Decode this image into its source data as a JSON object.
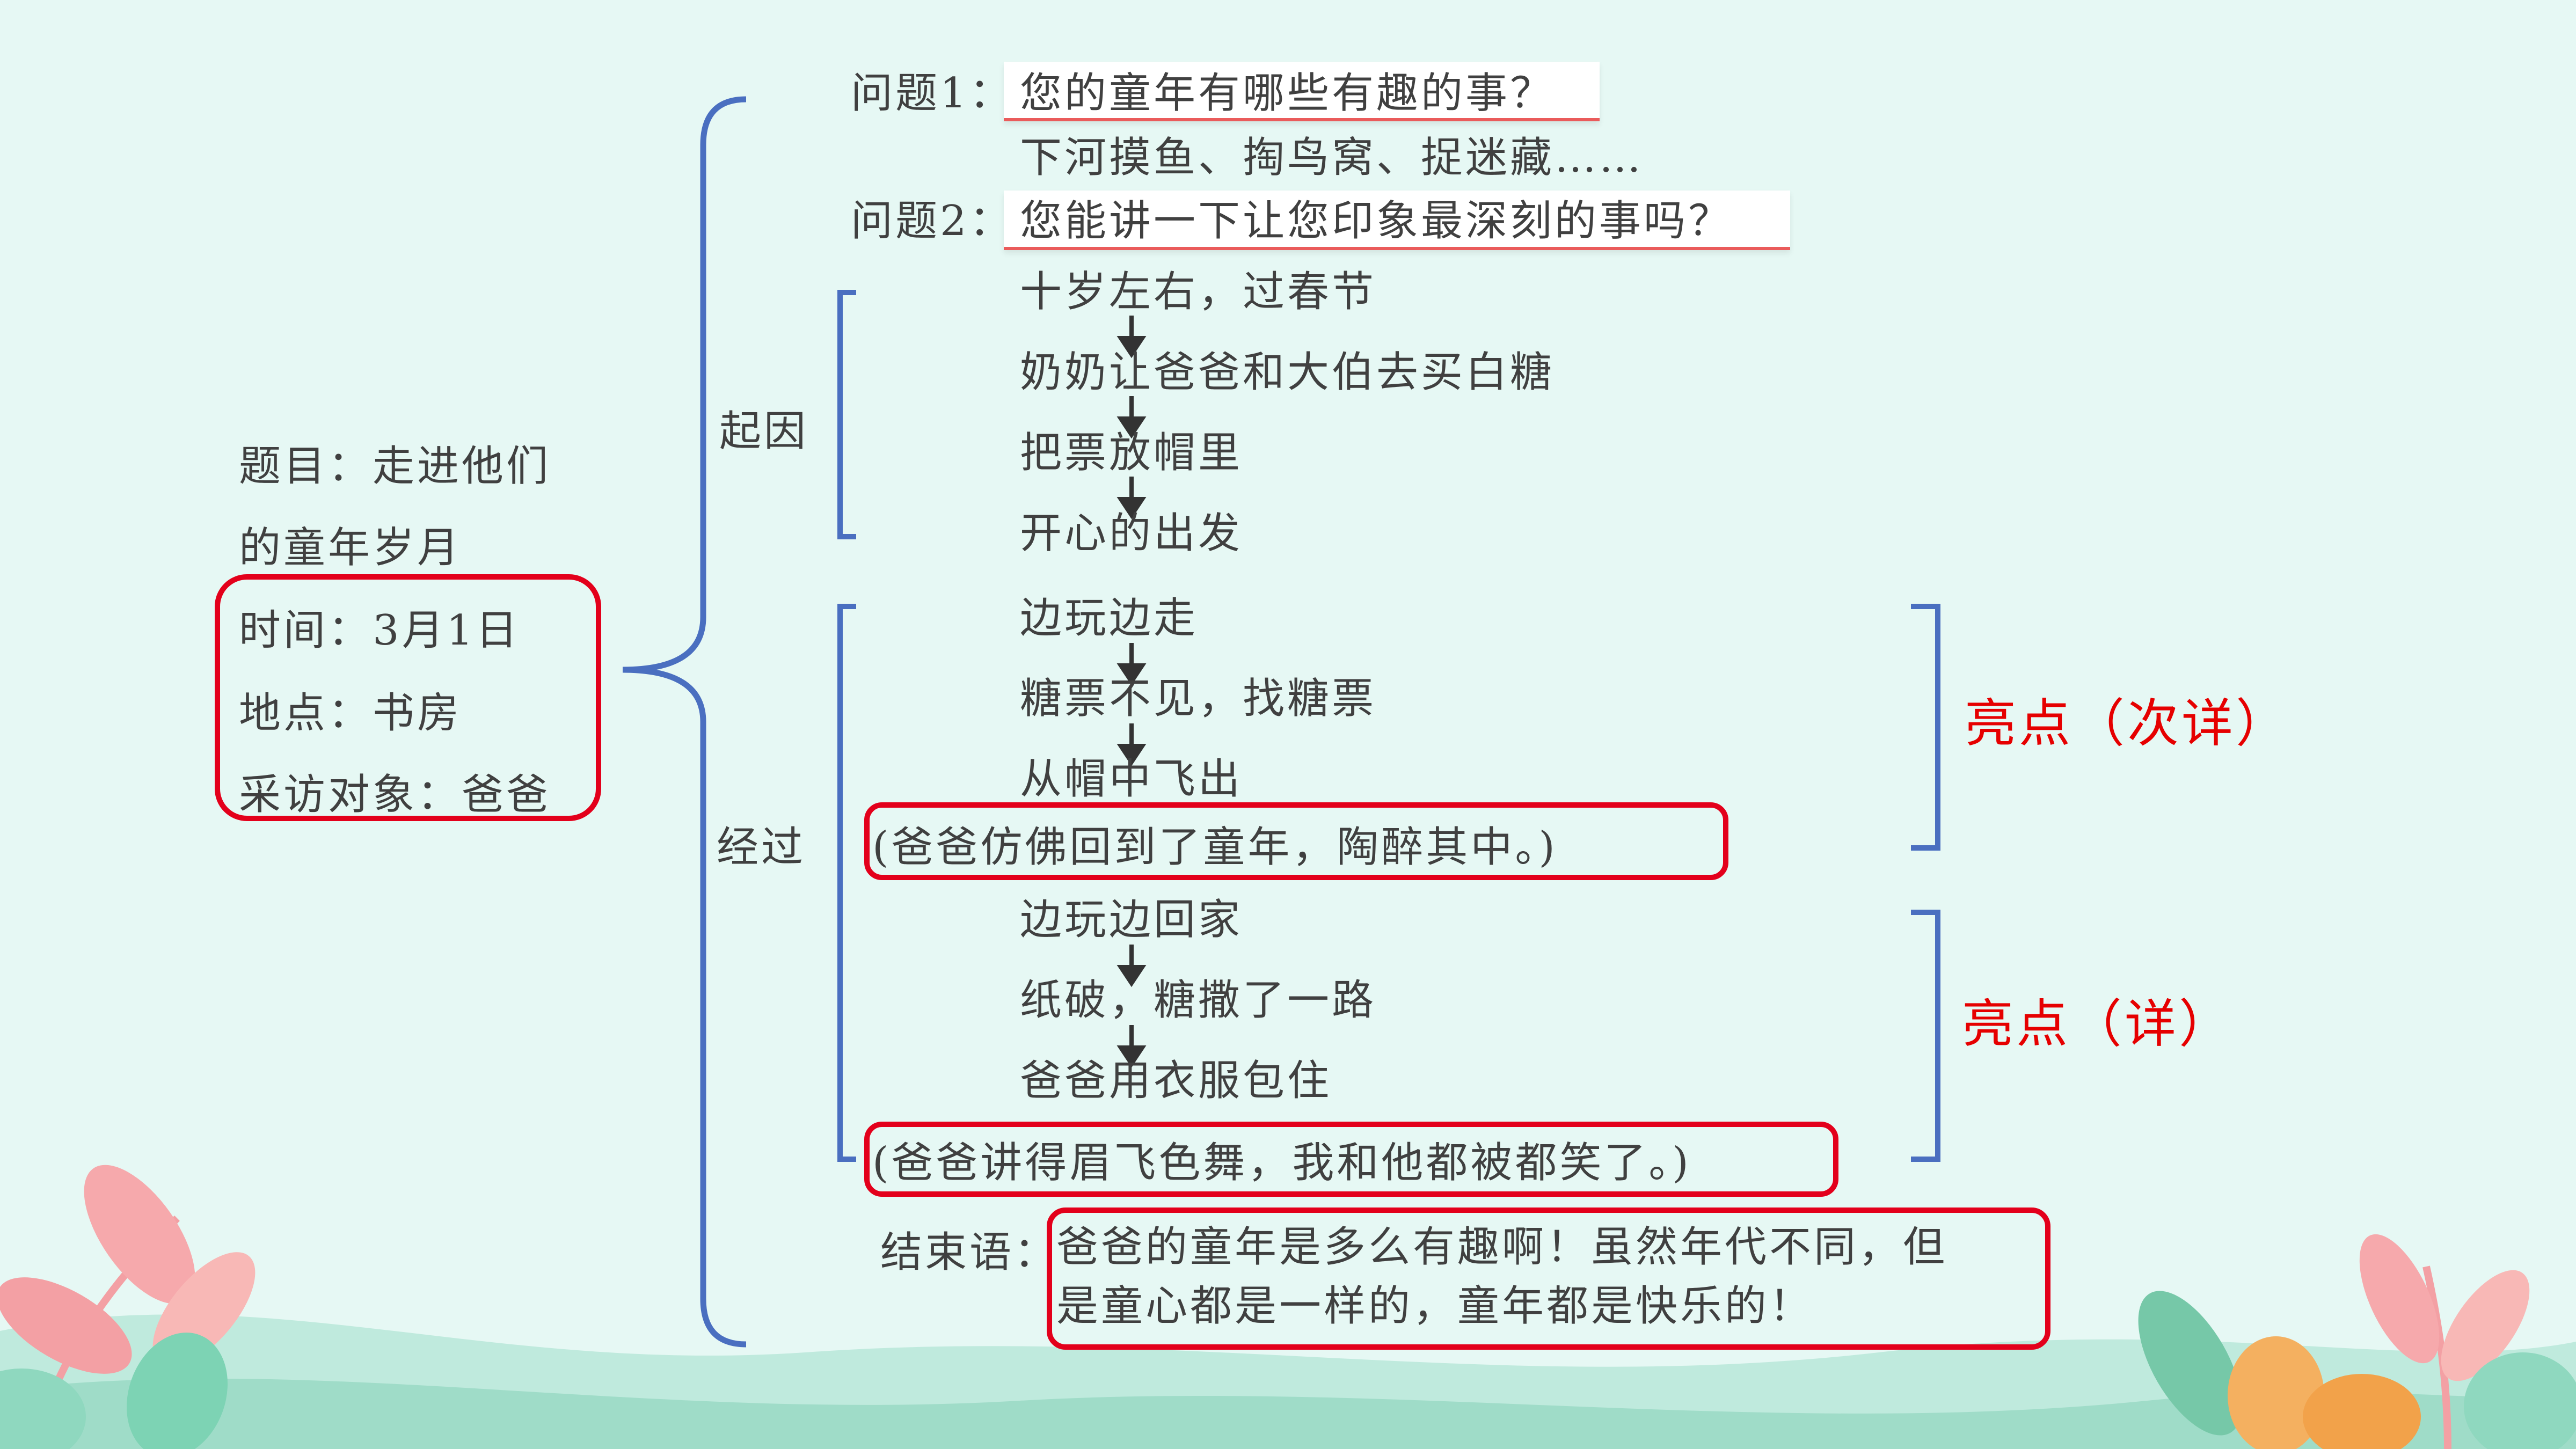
{
  "info": {
    "title_line1": "题目：走进他们",
    "title_line2": "的童年岁月",
    "time": "时间：3月1日",
    "place": "地点：书房",
    "subject": "采访对象：爸爸"
  },
  "questions": {
    "q1_label": "问题1：",
    "q1_text": "您的童年有哪些有趣的事？",
    "q1_answer": "下河摸鱼、掏鸟窝、捉迷藏……",
    "q2_label": "问题2：",
    "q2_text": "您能讲一下让您印象最深刻的事吗？"
  },
  "cause": {
    "label": "起因",
    "steps": [
      "十岁左右，过春节",
      "奶奶让爸爸和大伯去买白糖",
      "把票放帽里",
      "开心的出发"
    ]
  },
  "process": {
    "label": "经过",
    "group1": [
      "边玩边走",
      "糖票不见，找糖票",
      "从帽中飞出"
    ],
    "note1": "(爸爸仿佛回到了童年，陶醉其中。)",
    "group2": [
      "边玩边回家",
      "纸破，糖撒了一路",
      "爸爸用衣服包住"
    ],
    "note2": "(爸爸讲得眉飞色舞，我和他都被都笑了。)"
  },
  "highlights": {
    "h1": "亮点（次详）",
    "h2": "亮点（详）"
  },
  "ending": {
    "label": "结束语：",
    "line1": "爸爸的童年是多么有趣啊！虽然年代不同，但",
    "line2": "是童心都是一样的，童年都是快乐的！"
  },
  "colors": {
    "background": "#e6f8f4",
    "bracket": "#4a6fc0",
    "frame": "#e3001b",
    "underline": "#ea5b5b",
    "highlight_text": "#e60000"
  }
}
